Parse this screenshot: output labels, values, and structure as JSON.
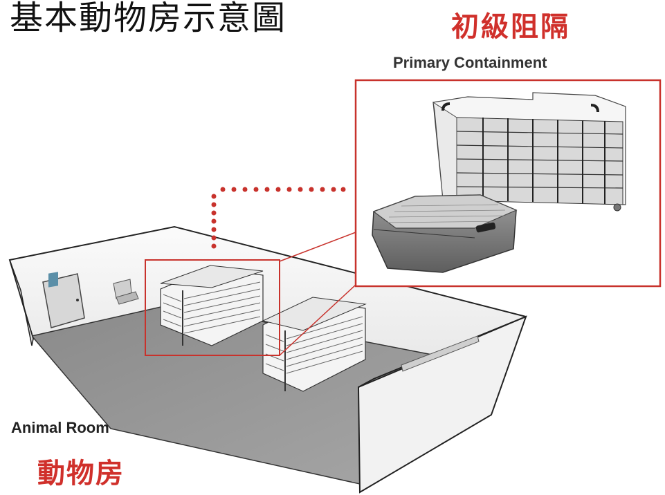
{
  "title": "基本動物房示意圖",
  "primary_containment": {
    "label_zh": "初級阻隔",
    "label_en": "Primary Containment"
  },
  "animal_room": {
    "label_en": "Animal Room",
    "label_zh": "動物房"
  },
  "colors": {
    "accent_red": "#d0302b",
    "callout_line": "#c8322c"
  },
  "icons": [
    "door-icon",
    "sink-icon",
    "cage-rack-icon",
    "cage-box-icon"
  ]
}
